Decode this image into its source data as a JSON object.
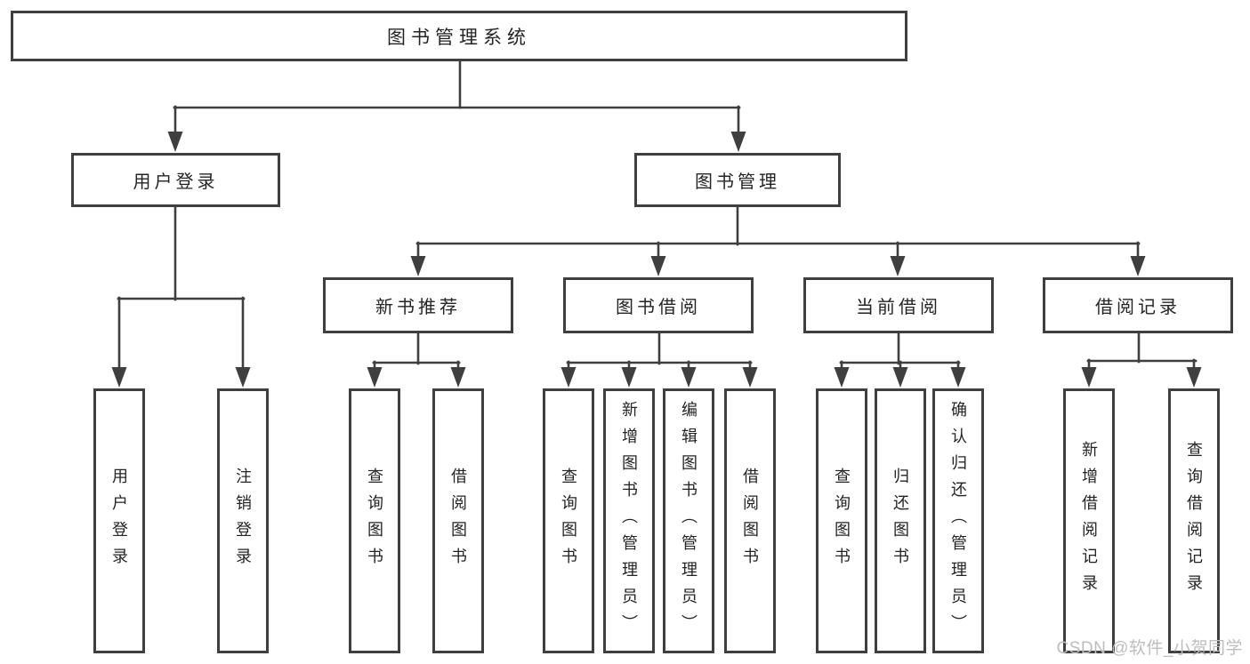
{
  "colors": {
    "line": "#3f3f3f",
    "text": "#242424",
    "background": "#ffffff",
    "watermark": "#bdbdbd"
  },
  "watermark": "CSDN @软件_小贺同学",
  "diagram": {
    "type": "hierarchy-tree",
    "root": {
      "label": "图书管理系统"
    },
    "branches": [
      {
        "label": "用户登录",
        "children": [
          {
            "label": "用户登录"
          },
          {
            "label": "注销登录"
          }
        ]
      },
      {
        "label": "图书管理",
        "children": [
          {
            "label": "新书推荐",
            "children": [
              {
                "label": "查询图书"
              },
              {
                "label": "借阅图书"
              }
            ]
          },
          {
            "label": "图书借阅",
            "children": [
              {
                "label": "查询图书"
              },
              {
                "label": "新增图书（管理员）"
              },
              {
                "label": "编辑图书（管理员）"
              },
              {
                "label": "借阅图书"
              }
            ]
          },
          {
            "label": "当前借阅",
            "children": [
              {
                "label": "查询图书"
              },
              {
                "label": "归还图书"
              },
              {
                "label": "确认归还（管理员）"
              }
            ]
          },
          {
            "label": "借阅记录",
            "children": [
              {
                "label": "新增借阅记录"
              },
              {
                "label": "查询借阅记录"
              }
            ]
          }
        ]
      }
    ]
  }
}
